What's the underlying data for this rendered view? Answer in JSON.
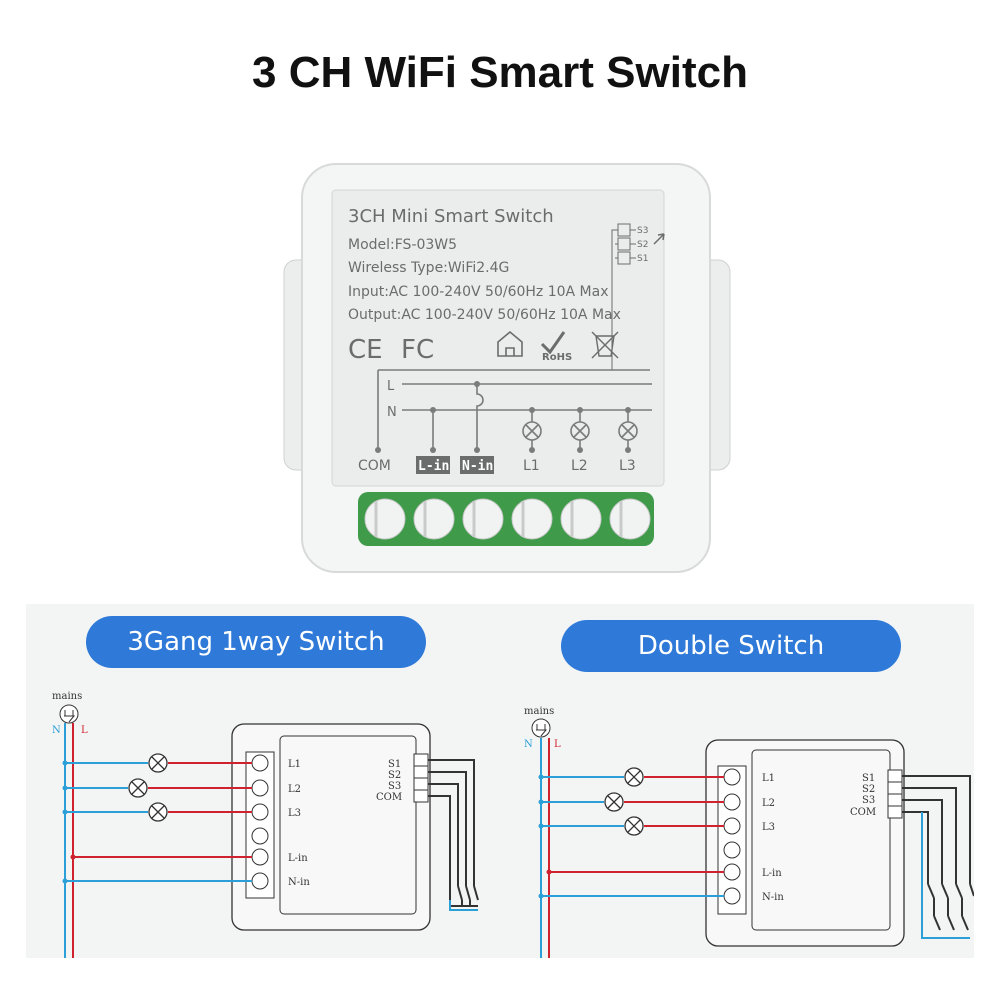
{
  "title": "3 CH WiFi Smart Switch",
  "device": {
    "name": "3CH Mini Smart Switch",
    "model": "Model:FS-03W5",
    "wireless": "Wireless Type:WiFi2.4G",
    "input": "Input:AC 100-240V 50/60Hz 10A Max",
    "output": "Output:AC 100-240V 50/60Hz 10A Max",
    "certs": [
      "CE",
      "FC",
      "RoHS"
    ],
    "cert_icons": [
      "ce-mark-icon",
      "fcc-mark-icon",
      "house-icon",
      "rohs-check-icon",
      "weee-bin-icon"
    ],
    "switch_labels": [
      "S3",
      "S2",
      "S1"
    ],
    "bus_labels": [
      "L",
      "N"
    ],
    "terminals": [
      "COM",
      "L-in",
      "N-in",
      "L1",
      "L2",
      "L3"
    ]
  },
  "diagram_left": {
    "heading": "3Gang 1way Switch",
    "mains": "mains",
    "n": "N",
    "l": "L",
    "module_left": [
      "L1",
      "L2",
      "L3",
      "L-in",
      "N-in"
    ],
    "module_right": [
      "S1",
      "S2",
      "S3",
      "COM"
    ]
  },
  "diagram_right": {
    "heading": "Double Switch",
    "mains": "mains",
    "n": "N",
    "l": "L",
    "module_left": [
      "L1",
      "L2",
      "L3",
      "L-in",
      "N-in"
    ],
    "module_right": [
      "S1",
      "S2",
      "S3",
      "COM"
    ]
  },
  "colors": {
    "pill": "#2f7ad8",
    "live": "#d0222e",
    "neutral": "#2b9fd8",
    "terminal_green": "#2e9a4b"
  }
}
